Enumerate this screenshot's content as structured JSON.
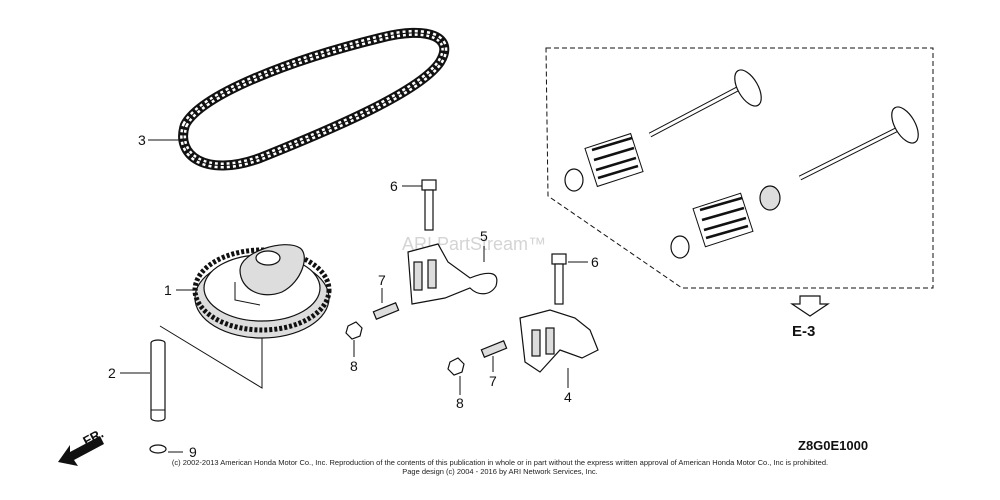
{
  "callouts": {
    "c1": "1",
    "c2": "2",
    "c3": "3",
    "c4": "4",
    "c5": "5",
    "c6a": "6",
    "c6b": "6",
    "c7a": "7",
    "c7b": "7",
    "c8a": "8",
    "c8b": "8",
    "c9": "9"
  },
  "reference": "E-3",
  "direction_label": "FR.",
  "diagram_code": "Z8G0E1000",
  "watermark": "ARI PartStream™",
  "copyright": {
    "line1": "(c) 2002-2013 American Honda Motor Co., Inc. Reproduction of the contents of this publication in whole or in part without the express written approval of American Honda Motor Co., Inc is prohibited.",
    "line2": "Page design (c) 2004 - 2016 by ARI Network Services, Inc."
  }
}
